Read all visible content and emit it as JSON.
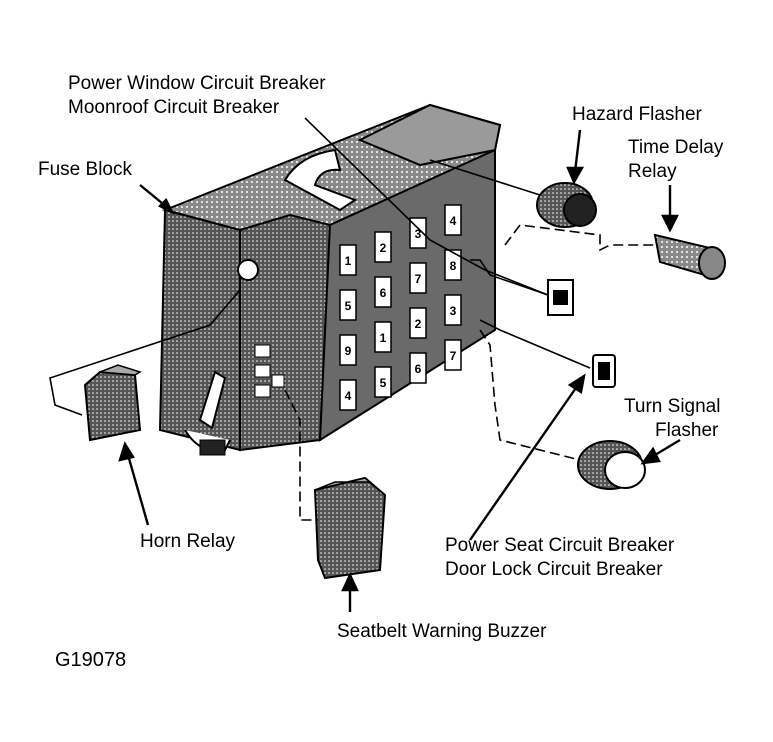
{
  "labels": {
    "power_window_breaker": "Power Window Circuit Breaker",
    "moonroof_breaker": "Moonroof Circuit Breaker",
    "hazard_flasher": "Hazard Flasher",
    "time_delay_relay_1": "Time Delay",
    "time_delay_relay_2": "Relay",
    "fuse_block": "Fuse Block",
    "turn_signal_1": "Turn Signal",
    "turn_signal_2": "Flasher",
    "horn_relay": "Horn Relay",
    "power_seat_breaker": "Power Seat Circuit Breaker",
    "door_lock_breaker": "Door Lock Circuit Breaker",
    "seatbelt_buzzer": "Seatbelt Warning Buzzer",
    "figure_id": "G19078"
  },
  "fuse_numbers": [
    "1",
    "2",
    "3",
    "4",
    "5",
    "6",
    "7",
    "8",
    "9",
    "1",
    "2",
    "3",
    "4",
    "5",
    "6",
    "7"
  ],
  "colors": {
    "ink": "#000000",
    "paper": "#ffffff",
    "shade": "#3a3a3a"
  }
}
